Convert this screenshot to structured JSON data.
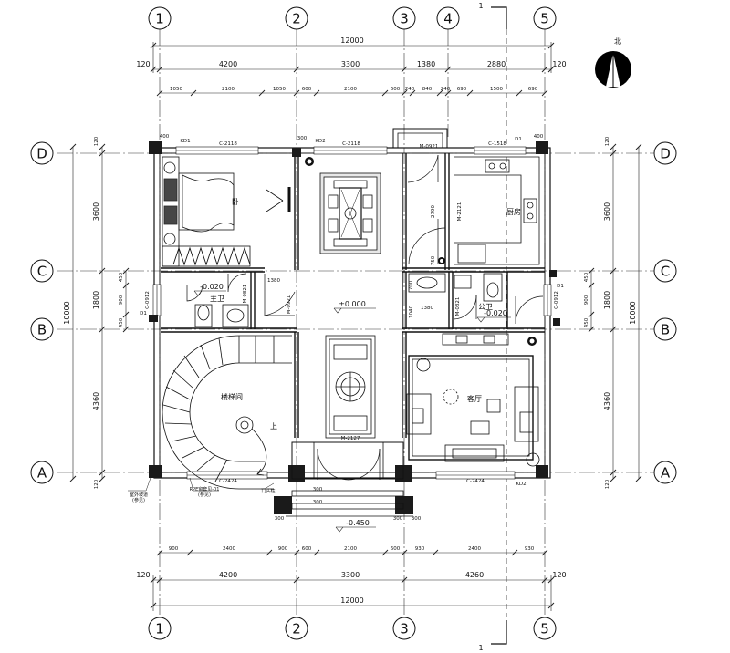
{
  "grid_cols": [
    "1",
    "2",
    "3",
    "4",
    "5"
  ],
  "grid_rows": [
    "D",
    "C",
    "B",
    "A"
  ],
  "top_dims": {
    "total": "12000",
    "bays": [
      "120",
      "4200",
      "3300",
      "1380",
      "2880",
      "120"
    ],
    "detail": [
      "1050",
      "2100",
      "1050",
      "600",
      "2100",
      "600",
      "240",
      "840",
      "240",
      "690",
      "1500",
      "690"
    ]
  },
  "bottom_dims": {
    "total": "12000",
    "bays": [
      "120",
      "4200",
      "3300",
      "4260",
      "120"
    ],
    "detail": [
      "900",
      "2400",
      "900",
      "600",
      "2100",
      "600",
      "930",
      "2400",
      "930"
    ]
  },
  "left_dims": {
    "total": "10000",
    "bays": [
      "120",
      "3600",
      "1800",
      "4360",
      "120"
    ],
    "detail": [
      "450",
      "900",
      "450"
    ]
  },
  "right_dims": {
    "total": "10000",
    "bays": [
      "120",
      "3600",
      "1800",
      "4360",
      "120"
    ],
    "detail": [
      "450",
      "900",
      "450"
    ]
  },
  "labels": {
    "north": "北",
    "section_mark": "1",
    "kd1": "KD1",
    "kd2_top": "KD2",
    "kd2_bot": "KD2",
    "c2118_a": "C-2118",
    "c2118_b": "C-2118",
    "c1518": "C-1518",
    "d1_top": "D1",
    "d1_left": "D1",
    "d1_right": "D1",
    "m0921_top": "M-0921",
    "m0921_mid": "M-0921",
    "m2121": "M-2121",
    "m0821_a": "M-0821",
    "m0821_b": "M-0821",
    "m2127": "M-2127",
    "c0912_l": "C-0912",
    "c0912_r": "C-0912",
    "c2424_l": "C-2424",
    "c2424_r": "C-2424",
    "kitchen": "厨房",
    "bath_main": "主卫",
    "bath_public": "公卫",
    "stair": "楼梯间",
    "living": "客厅",
    "up": "上",
    "bedroom_char": "卧",
    "lev_000": "±0.000",
    "lev_020a": "-0.020",
    "lev_020b": "-0.020",
    "lev_450": "-0.450",
    "d2790": "2790",
    "d750": "750",
    "d1380": "1380",
    "d1380b": "1380",
    "d700": "700",
    "d1040": "1040",
    "d300": "300",
    "d400a": "400",
    "d400b": "400",
    "d300a": "300",
    "d300b": "300",
    "d300c": "300",
    "d300d": "300",
    "d300e": "300",
    "d120": "120",
    "note_left1": "室外坡道",
    "note_left2": "(参见)",
    "note_mid1": "RPE窗套见-01",
    "note_mid2": "(参见)",
    "note_col": "门头柱"
  },
  "colors": {
    "ink": "#111111",
    "column": "#1a1a1a",
    "paper": "#ffffff"
  }
}
